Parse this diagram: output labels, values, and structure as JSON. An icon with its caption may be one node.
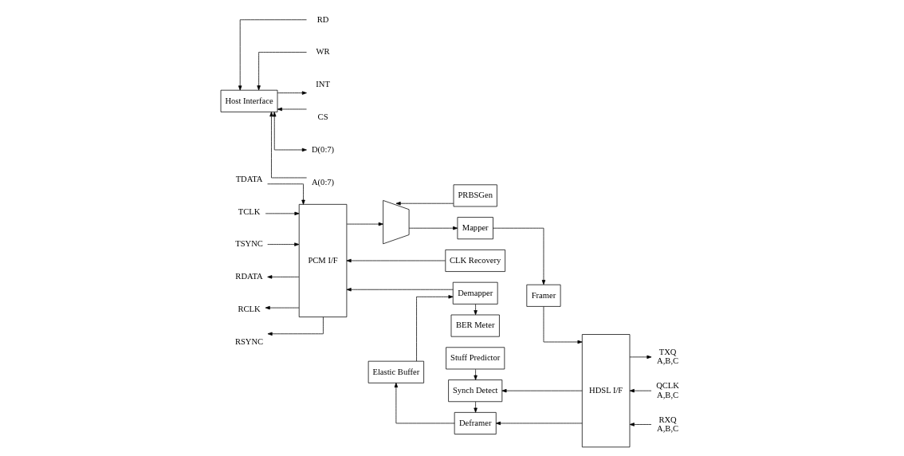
{
  "diagram": {
    "nodes": [
      {
        "text": [
          "TDATA"
        ]
      },
      {
        "text": [
          "TCLK"
        ]
      },
      {
        "text": [
          "TSYNC"
        ]
      },
      {
        "text": [
          "PCM I/F"
        ]
      },
      {
        "text": [
          "PRBSGen"
        ]
      },
      {
        "text": [],
        "shape": "trapezoid"
      },
      {
        "text": [
          "Mapper"
        ]
      },
      {
        "text": [
          "Framer"
        ]
      },
      {
        "text": [
          "HDSL I/F"
        ]
      },
      {
        "text": [
          "TXQ",
          "A,B,C"
        ]
      },
      {
        "text": [
          "CLK Recovery"
        ]
      },
      {
        "text": [
          "Stuff Predictor"
        ]
      },
      {
        "text": [
          "QCLK",
          "A,B,C"
        ]
      },
      {
        "text": [
          "RDATA"
        ]
      },
      {
        "text": [
          "BER Meter"
        ]
      },
      {
        "text": [
          "Synch Detect"
        ]
      },
      {
        "text": [
          "RCLK"
        ]
      },
      {
        "text": [
          "RSYNC"
        ]
      },
      {
        "text": [
          "Demapper"
        ]
      },
      {
        "text": [
          "Elastic Buffer"
        ]
      },
      {
        "text": [
          "Deframer"
        ]
      },
      {
        "text": [
          "RXQ",
          "A,B,C"
        ]
      },
      {
        "text": [
          "Host Interface"
        ]
      },
      {
        "text": [
          "RD"
        ]
      },
      {
        "text": [
          "WR"
        ]
      },
      {
        "text": [
          "INT"
        ]
      },
      {
        "text": [
          "CS"
        ]
      },
      {
        "text": [
          "D(0:7)"
        ]
      },
      {
        "text": [
          "A(0:7)"
        ]
      }
    ],
    "edges": [
      {
        "from": 0,
        "to": 3,
        "arrow": "to"
      },
      {
        "from": 1,
        "to": 3,
        "arrow": "to"
      },
      {
        "from": 2,
        "to": 3,
        "arrow": "to"
      },
      {
        "from": 3,
        "to": 5,
        "arrow": "to"
      },
      {
        "from": 4,
        "to": 5,
        "arrow": "to"
      },
      {
        "from": 5,
        "to": 6,
        "arrow": "to"
      },
      {
        "from": 6,
        "to": 7,
        "arrow": "to"
      },
      {
        "from": 7,
        "to": 8,
        "arrow": "to"
      },
      {
        "from": 8,
        "to": 9,
        "arrow": "to"
      },
      {
        "from": 10,
        "to": 3,
        "arrow": "to"
      },
      {
        "from": 11,
        "to": 15,
        "arrow": "to"
      },
      {
        "from": 12,
        "to": 8,
        "arrow": "to"
      },
      {
        "from": 8,
        "to": 15,
        "arrow": "to"
      },
      {
        "from": 15,
        "to": 20,
        "arrow": "to"
      },
      {
        "from": 21,
        "to": 8,
        "arrow": "to"
      },
      {
        "from": 8,
        "to": 20,
        "arrow": "to"
      },
      {
        "from": 20,
        "to": 19,
        "arrow": "to"
      },
      {
        "from": 19,
        "to": 18,
        "arrow": "to"
      },
      {
        "from": 18,
        "to": 3,
        "arrow": "to"
      },
      {
        "from": 18,
        "to": 14,
        "arrow": "to"
      },
      {
        "from": 3,
        "to": 13,
        "arrow": "to"
      },
      {
        "from": 3,
        "to": 16,
        "arrow": "to"
      },
      {
        "from": 3,
        "to": 17,
        "arrow": "to"
      },
      {
        "from": 23,
        "to": 22,
        "arrow": "to"
      },
      {
        "from": 24,
        "to": 22,
        "arrow": "to"
      },
      {
        "from": 22,
        "to": 25,
        "arrow": "to"
      },
      {
        "from": 26,
        "to": 22,
        "arrow": "to"
      },
      {
        "from": 27,
        "to": 22,
        "arrow": "both"
      },
      {
        "from": 28,
        "to": 22,
        "arrow": "to"
      }
    ]
  }
}
